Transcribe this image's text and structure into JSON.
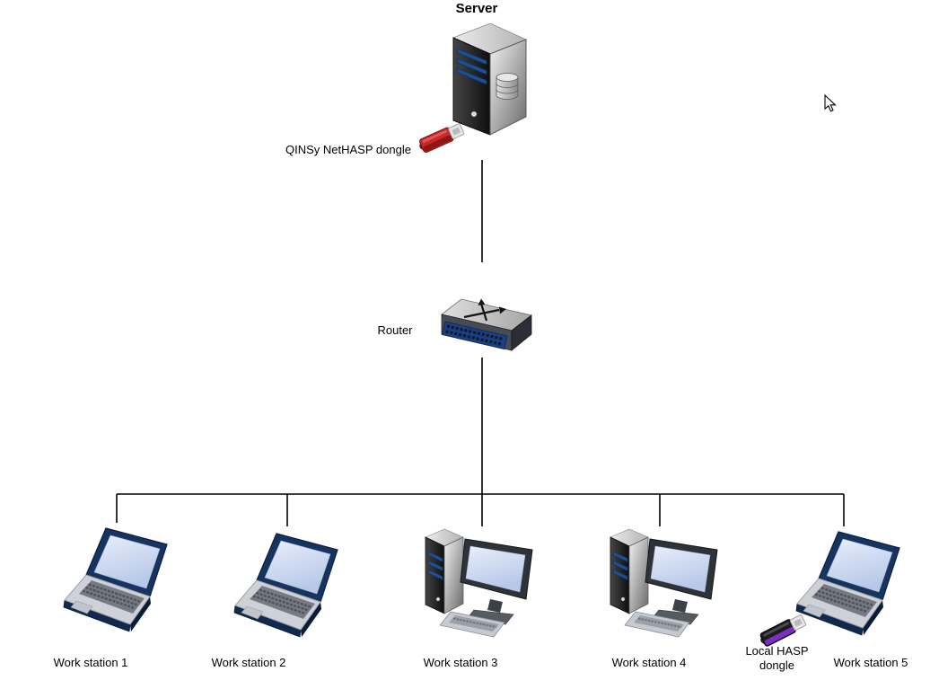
{
  "diagram": {
    "server": {
      "label": "Server",
      "icon": "server-tower-icon"
    },
    "server_dongle": {
      "label": "QINSy NetHASP dongle",
      "icon": "usb-dongle-icon"
    },
    "router": {
      "label": "Router",
      "icon": "network-switch-icon"
    },
    "workstations": [
      {
        "label": "Work station 1",
        "device": "laptop",
        "icon": "laptop-icon"
      },
      {
        "label": "Work station 2",
        "device": "laptop",
        "icon": "laptop-icon"
      },
      {
        "label": "Work station 3",
        "device": "desktop",
        "icon": "desktop-computer-icon"
      },
      {
        "label": "Work station 4",
        "device": "desktop",
        "icon": "desktop-computer-icon"
      },
      {
        "label": "Work station 5",
        "device": "laptop",
        "icon": "laptop-icon"
      }
    ],
    "local_dongle": {
      "label_line1": "Local HASP",
      "label_line2": "dongle",
      "icon": "usb-dongle-icon"
    },
    "cursor": {
      "icon": "mouse-cursor-icon"
    },
    "colors": {
      "background": "#ffffff",
      "connector_line": "#000000",
      "net_dongle_body": "#c62828",
      "local_dongle_accent": "#7b2fbf",
      "device_navy": "#16345f",
      "screen_blue": "#c9d7f0",
      "port_panel_blue": "#1e3f7f"
    }
  }
}
